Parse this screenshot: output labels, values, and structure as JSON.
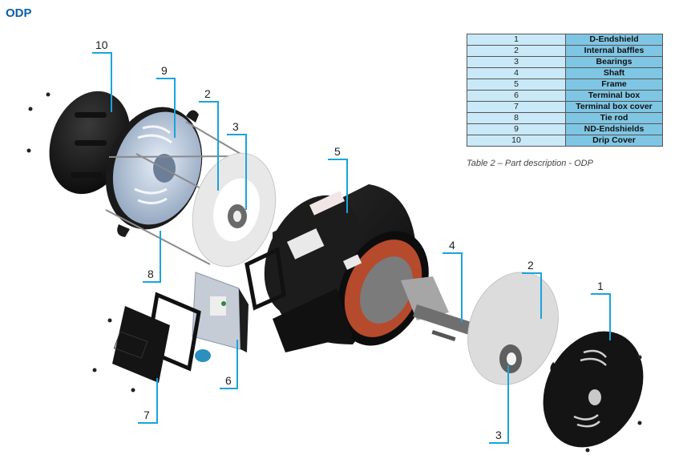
{
  "title": "ODP",
  "table": {
    "rows": [
      {
        "num": "1",
        "desc": "D-Endshield"
      },
      {
        "num": "2",
        "desc": "Internal baffles"
      },
      {
        "num": "3",
        "desc": "Bearings"
      },
      {
        "num": "4",
        "desc": "Shaft"
      },
      {
        "num": "5",
        "desc": "Frame"
      },
      {
        "num": "6",
        "desc": "Terminal box"
      },
      {
        "num": "7",
        "desc": "Terminal box cover"
      },
      {
        "num": "8",
        "desc": "Tie rod"
      },
      {
        "num": "9",
        "desc": "ND-Endshields"
      },
      {
        "num": "10",
        "desc": "Drip Cover"
      }
    ],
    "caption": "Table 2 – Part description - ODP",
    "colors": {
      "num_bg": "#c9e9f8",
      "desc_bg": "#7fc6e4"
    }
  },
  "callouts": [
    {
      "label": "10",
      "part": "Drip Cover"
    },
    {
      "label": "9",
      "part": "ND-Endshields"
    },
    {
      "label": "2",
      "part": "Internal baffles (rear)"
    },
    {
      "label": "3",
      "part": "Bearings (rear)"
    },
    {
      "label": "8",
      "part": "Tie rod"
    },
    {
      "label": "5",
      "part": "Frame"
    },
    {
      "label": "4",
      "part": "Shaft"
    },
    {
      "label": "6",
      "part": "Terminal box"
    },
    {
      "label": "7",
      "part": "Terminal box cover"
    },
    {
      "label": "2",
      "part": "Internal baffles (front)"
    },
    {
      "label": "1",
      "part": "D-Endshield"
    },
    {
      "label": "3",
      "part": "Bearings (front)"
    }
  ],
  "accent_color": "#1aa3dc"
}
